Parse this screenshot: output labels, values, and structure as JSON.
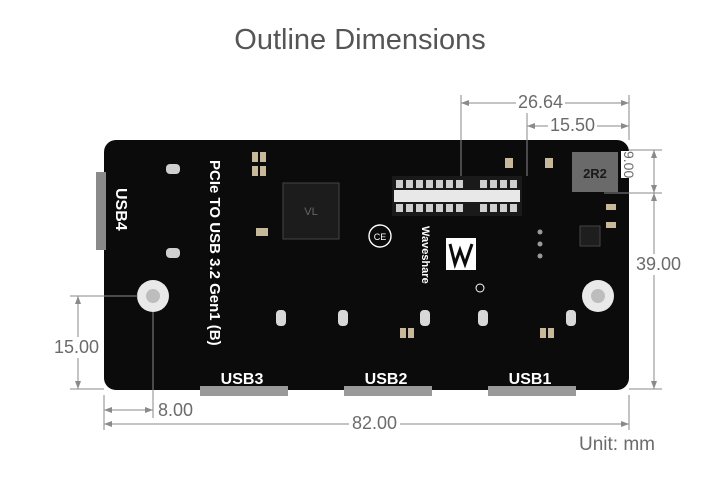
{
  "title": "Outline Dimensions",
  "unit_label": "Unit: mm",
  "dimensions": {
    "top_long": "26.64",
    "top_short": "15.50",
    "right_small": "9.00",
    "right_height": "39.00",
    "left_hole": "15.00",
    "bottom_hole": "8.00",
    "total_width": "82.00"
  },
  "board": {
    "product_name": "PCIe TO USB 3.2 Gen1 (B)",
    "brand": "Waveshare",
    "inductor_code": "2R2",
    "ports": {
      "usb1": "USB1",
      "usb2": "USB2",
      "usb3": "USB3",
      "usb4": "USB4"
    }
  }
}
